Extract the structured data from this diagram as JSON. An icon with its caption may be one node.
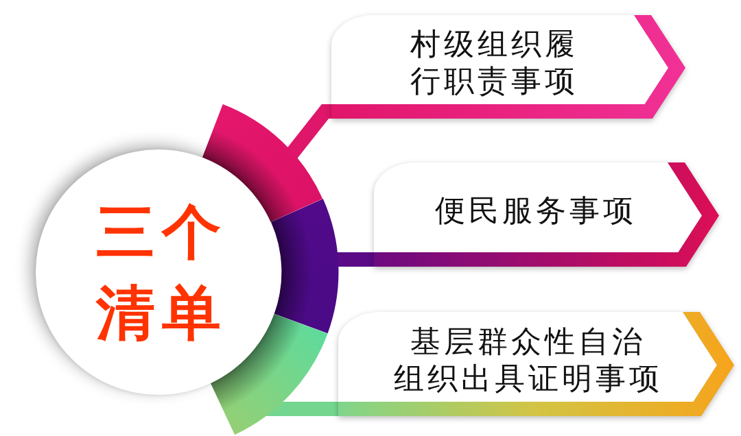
{
  "diagram": {
    "nodes": [
      {
        "text": [
          "三个清单"
        ]
      },
      {
        "text": [],
        "shape": "arc"
      },
      {
        "text": [],
        "shape": "arc"
      },
      {
        "text": [],
        "shape": "arc"
      },
      {
        "text": [
          "村级组织履行职责事项"
        ]
      },
      {
        "text": [
          "便民服务事项"
        ]
      },
      {
        "text": [
          "基层群众性自治组织出具证明事项"
        ]
      }
    ],
    "edges": [
      {
        "from": 1,
        "to": 4,
        "arrow": "none",
        "color": "#e0166a"
      },
      {
        "from": 2,
        "to": 5,
        "arrow": "none",
        "color": "#5a0a87"
      },
      {
        "from": 3,
        "to": 6,
        "arrow": "none",
        "color": "#74d68e"
      }
    ]
  }
}
